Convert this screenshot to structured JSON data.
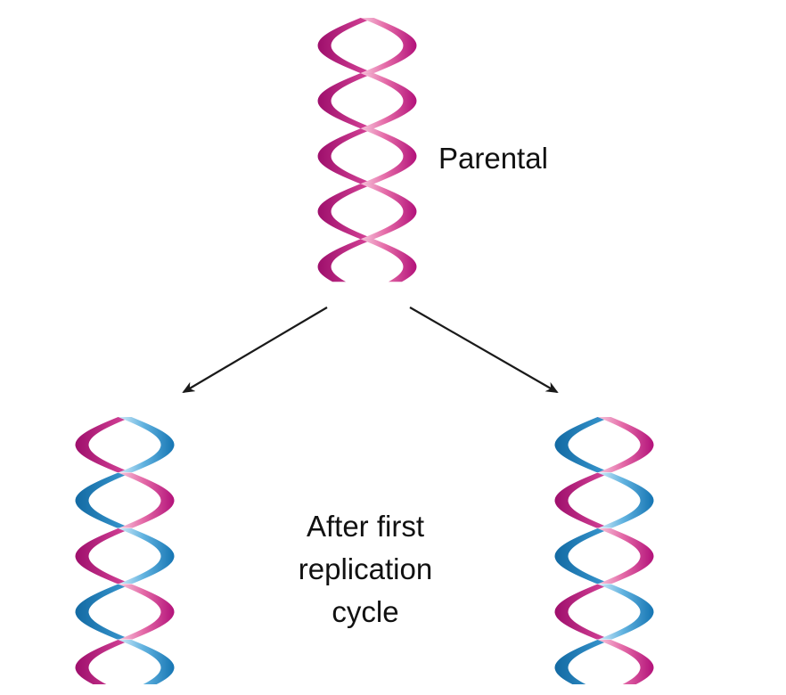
{
  "labels": {
    "parental": "Parental",
    "after_lines": [
      "After first",
      "replication",
      "cycle"
    ]
  },
  "colors": {
    "parental_strand": "#c0187f",
    "parental_strand_light": "#f7c9dd",
    "new_strand": "#1a86c4",
    "new_strand_light": "#d6ecf8",
    "arrow": "#1a1a1a",
    "text": "#111111"
  },
  "helices": [
    {
      "name": "parental-helix",
      "front": "parental",
      "back": "parental"
    },
    {
      "name": "daughter-helix-left",
      "front": "new",
      "back": "parental"
    },
    {
      "name": "daughter-helix-right",
      "front": "parental",
      "back": "new"
    }
  ]
}
